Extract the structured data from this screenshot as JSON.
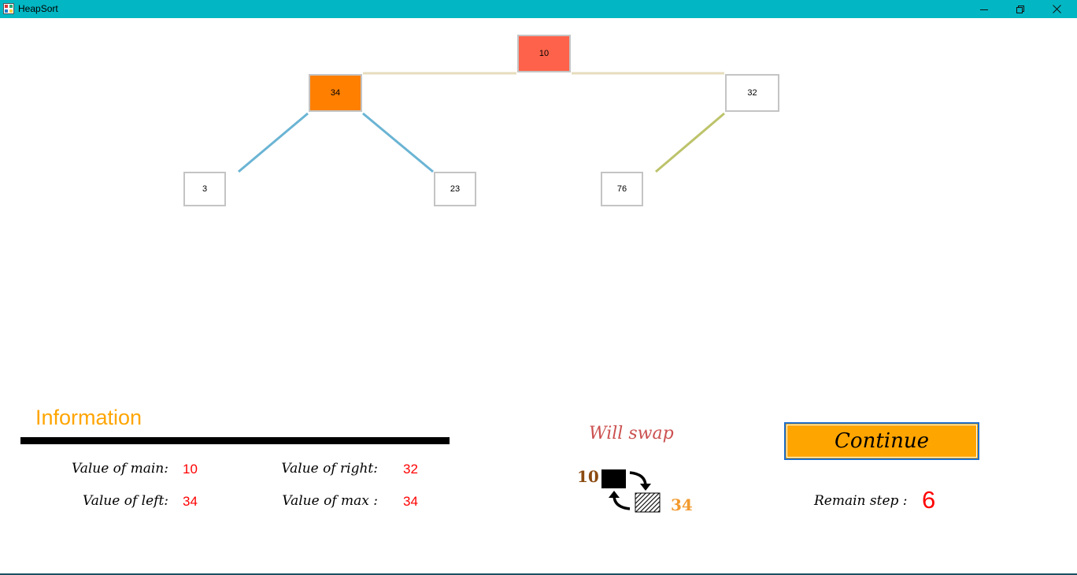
{
  "window": {
    "title": "HeapSort",
    "accent": "#03b6c3"
  },
  "tree": {
    "nodes": [
      {
        "id": "root",
        "value": "10",
        "color": "#ff624a"
      },
      {
        "id": "left",
        "value": "34",
        "color": "#ff7f00"
      },
      {
        "id": "right",
        "value": "32",
        "color": "#ffffff"
      },
      {
        "id": "left-left",
        "value": "3",
        "color": "#ffffff"
      },
      {
        "id": "left-right",
        "value": "23",
        "color": "#ffffff"
      },
      {
        "id": "right-left",
        "value": "76",
        "color": "#ffffff"
      }
    ],
    "edge_colors": {
      "root_children": "#e6dcbc",
      "left_children": "#6ab4d4",
      "right_children": "#bdc36a"
    }
  },
  "info": {
    "title": "Information",
    "main_label": "Value of main:",
    "main_value": "10",
    "left_label": "Value of left:",
    "left_value": "34",
    "right_label": "Value of right:",
    "right_value": "32",
    "max_label": "Value of max :",
    "max_value": "34"
  },
  "swap": {
    "title": "Will swap",
    "from_value": "10",
    "to_value": "34",
    "icon": "swap-arrows-icon"
  },
  "controls": {
    "continue_label": "Continue",
    "remain_label": "Remain step :",
    "remain_value": "6"
  }
}
